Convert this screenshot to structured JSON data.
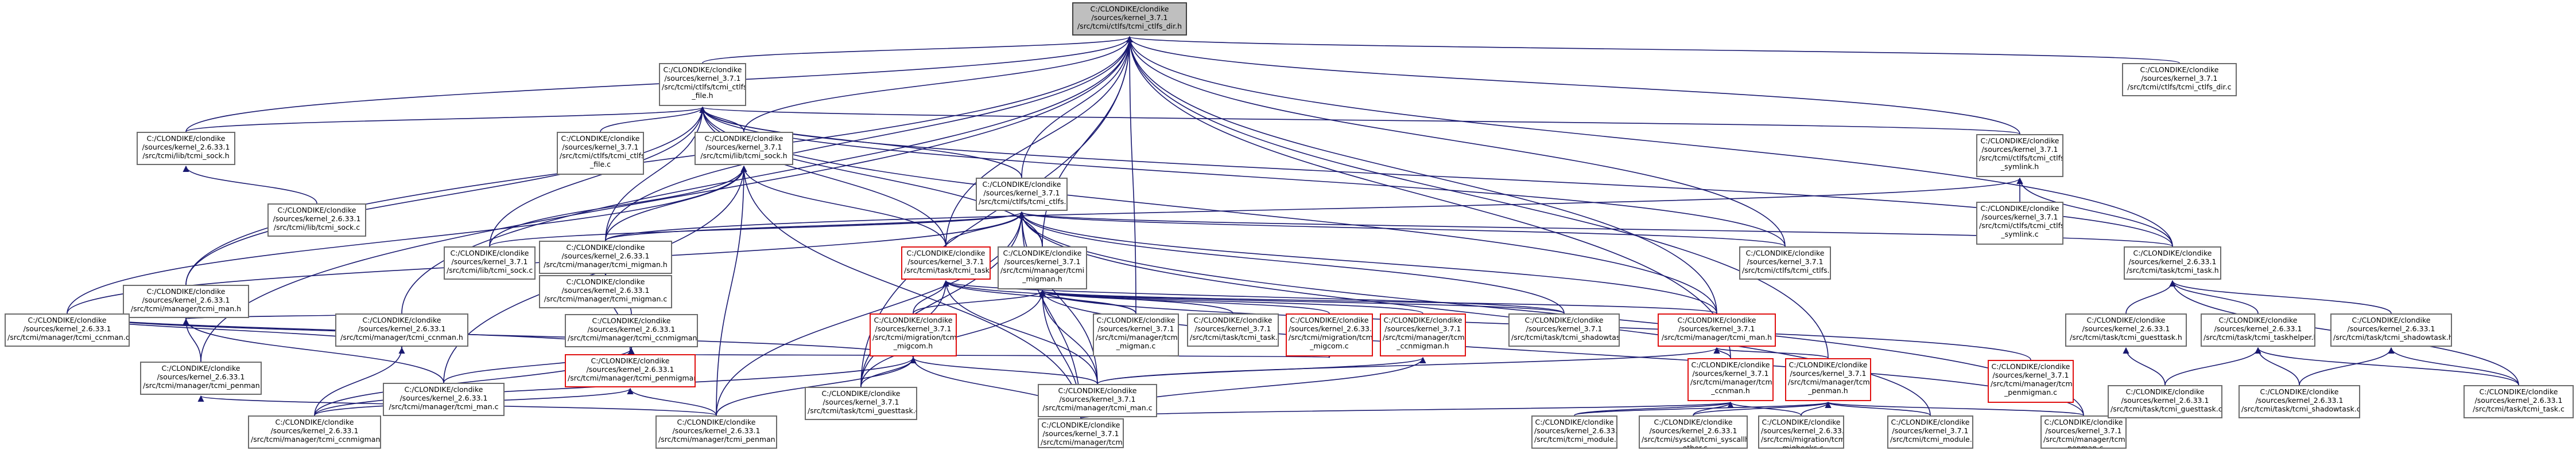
{
  "graph": {
    "edge_color": "#191970",
    "node_border_color": "#6b6b6b",
    "root_fill": "#bfbfbf",
    "truncated_border_color": "#e01010",
    "nodes": [
      {
        "id": "root",
        "lines": [
          "C:/CLONDIKE/clondike",
          "/sources/kernel_3.7.1",
          "/src/tcmi/ctlfs/tcmi_ctlfs_dir.h"
        ],
        "style": "root"
      },
      {
        "id": "ctlfs_dir_c",
        "lines": [
          "C:/CLONDIKE/clondike",
          "/sources/kernel_3.7.1",
          "/src/tcmi/ctlfs/tcmi_ctlfs_dir.c"
        ],
        "style": "normal"
      },
      {
        "id": "ctlfs_file_h",
        "lines": [
          "C:/CLONDIKE/clondike",
          "/sources/kernel_3.7.1",
          "/src/tcmi/ctlfs/tcmi_ctlfs",
          "_file.h"
        ],
        "style": "normal"
      },
      {
        "id": "ctlfs_file_c",
        "lines": [
          "C:/CLONDIKE/clondike",
          "/sources/kernel_3.7.1",
          "/src/tcmi/ctlfs/tcmi_ctlfs",
          "_file.c"
        ],
        "style": "normal"
      },
      {
        "id": "lib_sock_h_26",
        "lines": [
          "C:/CLONDIKE/clondike",
          "/sources/kernel_2.6.33.1",
          "/src/tcmi/lib/tcmi_sock.h"
        ],
        "style": "normal"
      },
      {
        "id": "lib_sock_h_37",
        "lines": [
          "C:/CLONDIKE/clondike",
          "/sources/kernel_3.7.1",
          "/src/tcmi/lib/tcmi_sock.h"
        ],
        "style": "normal"
      },
      {
        "id": "lib_sock_c_26",
        "lines": [
          "C:/CLONDIKE/clondike",
          "/sources/kernel_2.6.33.1",
          "/src/tcmi/lib/tcmi_sock.c"
        ],
        "style": "normal"
      },
      {
        "id": "ctlfs_h",
        "lines": [
          "C:/CLONDIKE/clondike",
          "/sources/kernel_3.7.1",
          "/src/tcmi/ctlfs/tcmi_ctlfs.h"
        ],
        "style": "normal"
      },
      {
        "id": "symlink_h",
        "lines": [
          "C:/CLONDIKE/clondike",
          "/sources/kernel_3.7.1",
          "/src/tcmi/ctlfs/tcmi_ctlfs",
          "_symlink.h"
        ],
        "style": "normal"
      },
      {
        "id": "symlink_c",
        "lines": [
          "C:/CLONDIKE/clondike",
          "/sources/kernel_3.7.1",
          "/src/tcmi/ctlfs/tcmi_ctlfs",
          "_symlink.c"
        ],
        "style": "normal"
      },
      {
        "id": "lib_sock_c_37",
        "lines": [
          "C:/CLONDIKE/clondike",
          "/sources/kernel_3.7.1",
          "/src/tcmi/lib/tcmi_sock.c"
        ],
        "style": "normal"
      },
      {
        "id": "migman_h_26",
        "lines": [
          "C:/CLONDIKE/clondike",
          "/sources/kernel_2.6.33.1",
          "/src/tcmi/manager/tcmi_migman.h"
        ],
        "style": "normal"
      },
      {
        "id": "task_h_37",
        "lines": [
          "C:/CLONDIKE/clondike",
          "/sources/kernel_3.7.1",
          "/src/tcmi/task/tcmi_task.h"
        ],
        "style": "red"
      },
      {
        "id": "migman_h_37",
        "lines": [
          "C:/CLONDIKE/clondike",
          "/sources/kernel_3.7.1",
          "/src/tcmi/manager/tcmi",
          "_migman.h"
        ],
        "style": "normal"
      },
      {
        "id": "ctlfs_c",
        "lines": [
          "C:/CLONDIKE/clondike",
          "/sources/kernel_3.7.1",
          "/src/tcmi/ctlfs/tcmi_ctlfs.c"
        ],
        "style": "normal"
      },
      {
        "id": "task_h_26",
        "lines": [
          "C:/CLONDIKE/clondike",
          "/sources/kernel_2.6.33.1",
          "/src/tcmi/task/tcmi_task.h"
        ],
        "style": "normal"
      },
      {
        "id": "man_h_26",
        "lines": [
          "C:/CLONDIKE/clondike",
          "/sources/kernel_2.6.33.1",
          "/src/tcmi/manager/tcmi_man.h"
        ],
        "style": "normal"
      },
      {
        "id": "ccnman_h_26",
        "lines": [
          "C:/CLONDIKE/clondike",
          "/sources/kernel_2.6.33.1",
          "/src/tcmi/manager/tcmi_ccnman.h"
        ],
        "style": "normal"
      },
      {
        "id": "migman_c_26",
        "lines": [
          "C:/CLONDIKE/clondike",
          "/sources/kernel_2.6.33.1",
          "/src/tcmi/manager/tcmi_migman.c"
        ],
        "style": "normal"
      },
      {
        "id": "migman_c_37",
        "lines": [
          "C:/CLONDIKE/clondike",
          "/sources/kernel_3.7.1",
          "/src/tcmi/manager/tcmi",
          "_migman.c"
        ],
        "style": "normal"
      },
      {
        "id": "task_c_37",
        "lines": [
          "C:/CLONDIKE/clondike",
          "/sources/kernel_3.7.1",
          "/src/tcmi/task/tcmi_task.c"
        ],
        "style": "normal"
      },
      {
        "id": "migcom_c_26",
        "lines": [
          "C:/CLONDIKE/clondike",
          "/sources/kernel_2.6.33.1",
          "/src/tcmi/migration/tcmi",
          "_migcom.c"
        ],
        "style": "red"
      },
      {
        "id": "ccnmigman_h_37",
        "lines": [
          "C:/CLONDIKE/clondike",
          "/sources/kernel_3.7.1",
          "/src/tcmi/manager/tcmi",
          "_ccnmigman.h"
        ],
        "style": "red"
      },
      {
        "id": "shadowtask_c_37",
        "lines": [
          "C:/CLONDIKE/clondike",
          "/sources/kernel_3.7.1",
          "/src/tcmi/task/tcmi_shadowtask.c"
        ],
        "style": "normal"
      },
      {
        "id": "migcom_h_37",
        "lines": [
          "C:/CLONDIKE/clondike",
          "/sources/kernel_3.7.1",
          "/src/tcmi/migration/tcmi",
          "_migcom.h"
        ],
        "style": "red"
      },
      {
        "id": "man_h_37",
        "lines": [
          "C:/CLONDIKE/clondike",
          "/sources/kernel_3.7.1",
          "/src/tcmi/manager/tcmi_man.h"
        ],
        "style": "red"
      },
      {
        "id": "penmigman_c_37",
        "lines": [
          "C:/CLONDIKE/clondike",
          "/sources/kernel_3.7.1",
          "/src/tcmi/manager/tcmi",
          "_penmigman.c"
        ],
        "style": "red"
      },
      {
        "id": "ccnmigman_h_26",
        "lines": [
          "C:/CLONDIKE/clondike",
          "/sources/kernel_2.6.33.1",
          "/src/tcmi/manager/tcmi_ccnmigman.h"
        ],
        "style": "normal"
      },
      {
        "id": "guesttask_c_37",
        "lines": [
          "C:/CLONDIKE/clondike",
          "/sources/kernel_3.7.1",
          "/src/tcmi/task/tcmi_guesttask.c"
        ],
        "style": "normal"
      },
      {
        "id": "man_c_37",
        "lines": [
          "C:/CLONDIKE/clondike",
          "/sources/kernel_3.7.1",
          "/src/tcmi/manager/tcmi_man.c"
        ],
        "style": "normal"
      },
      {
        "id": "ccnman_h_37",
        "lines": [
          "C:/CLONDIKE/clondike",
          "/sources/kernel_3.7.1",
          "/src/tcmi/manager/tcmi",
          "_ccnman.h"
        ],
        "style": "red"
      },
      {
        "id": "penman_h_37",
        "lines": [
          "C:/CLONDIKE/clondike",
          "/sources/kernel_3.7.1",
          "/src/tcmi/manager/tcmi",
          "_penman.h"
        ],
        "style": "red"
      },
      {
        "id": "penman_h_26",
        "lines": [
          "C:/CLONDIKE/clondike",
          "/sources/kernel_2.6.33.1",
          "/src/tcmi/manager/tcmi_penman.h"
        ],
        "style": "normal"
      },
      {
        "id": "man_c_26",
        "lines": [
          "C:/CLONDIKE/clondike",
          "/sources/kernel_2.6.33.1",
          "/src/tcmi/manager/tcmi_man.c"
        ],
        "style": "normal"
      },
      {
        "id": "penmigman_h_26",
        "lines": [
          "C:/CLONDIKE/clondike",
          "/sources/kernel_2.6.33.1",
          "/src/tcmi/manager/tcmi_penmigman.h"
        ],
        "style": "red"
      },
      {
        "id": "guesttask_h_26",
        "lines": [
          "C:/CLONDIKE/clondike",
          "/sources/kernel_2.6.33.1",
          "/src/tcmi/task/tcmi_guesttask.h"
        ],
        "style": "normal"
      },
      {
        "id": "taskhelper_h_26",
        "lines": [
          "C:/CLONDIKE/clondike",
          "/sources/kernel_2.6.33.1",
          "/src/tcmi/task/tcmi_taskhelper.h"
        ],
        "style": "normal"
      },
      {
        "id": "shadowtask_h_26",
        "lines": [
          "C:/CLONDIKE/clondike",
          "/sources/kernel_2.6.33.1",
          "/src/tcmi/task/tcmi_shadowtask.h"
        ],
        "style": "normal"
      },
      {
        "id": "ccnman_c_26",
        "lines": [
          "C:/CLONDIKE/clondike",
          "/sources/kernel_2.6.33.1",
          "/src/tcmi/manager/tcmi_ccnman.c"
        ],
        "style": "normal"
      },
      {
        "id": "ccnmigman_c_26",
        "lines": [
          "C:/CLONDIKE/clondike",
          "/sources/kernel_2.6.33.1",
          "/src/tcmi/manager/tcmi_ccnmigman.c"
        ],
        "style": "normal"
      },
      {
        "id": "penman_c_26",
        "lines": [
          "C:/CLONDIKE/clondike",
          "/sources/kernel_2.6.33.1",
          "/src/tcmi/manager/tcmi_penman.c"
        ],
        "style": "normal"
      },
      {
        "id": "ccnman_c_37",
        "lines": [
          "C:/CLONDIKE/clondike",
          "/sources/kernel_3.7.1",
          "/src/tcmi/manager/tcmi",
          "_ccnman.c"
        ],
        "style": "normal"
      },
      {
        "id": "module_c_26",
        "lines": [
          "C:/CLONDIKE/clondike",
          "/sources/kernel_2.6.33.1",
          "/src/tcmi/tcmi_module.c"
        ],
        "style": "normal"
      },
      {
        "id": "syscall_other_c_26",
        "lines": [
          "C:/CLONDIKE/clondike",
          "/sources/kernel_2.6.33.1",
          "/src/tcmi/syscall/tcmi_syscallhooks",
          "_other.c"
        ],
        "style": "normal"
      },
      {
        "id": "mighooks_c_26",
        "lines": [
          "C:/CLONDIKE/clondike",
          "/sources/kernel_2.6.33.1",
          "/src/tcmi/migration/tcmi",
          "_mighooks.c"
        ],
        "style": "normal"
      },
      {
        "id": "module_c_37",
        "lines": [
          "C:/CLONDIKE/clondike",
          "/sources/kernel_3.7.1",
          "/src/tcmi/tcmi_module.c"
        ],
        "style": "normal"
      },
      {
        "id": "penman_c_37",
        "lines": [
          "C:/CLONDIKE/clondike",
          "/sources/kernel_3.7.1",
          "/src/tcmi/manager/tcmi",
          "_penman.c"
        ],
        "style": "normal"
      },
      {
        "id": "guesttask_c_26",
        "lines": [
          "C:/CLONDIKE/clondike",
          "/sources/kernel_2.6.33.1",
          "/src/tcmi/task/tcmi_guesttask.c"
        ],
        "style": "normal"
      },
      {
        "id": "shadowtask_c_26",
        "lines": [
          "C:/CLONDIKE/clondike",
          "/sources/kernel_2.6.33.1",
          "/src/tcmi/task/tcmi_shadowtask.c"
        ],
        "style": "normal"
      },
      {
        "id": "task_c_26",
        "lines": [
          "C:/CLONDIKE/clondike",
          "/sources/kernel_2.6.33.1",
          "/src/tcmi/task/tcmi_task.c"
        ],
        "style": "normal"
      }
    ],
    "edges": [
      [
        "ctlfs_dir_c",
        "root"
      ],
      [
        "ctlfs_file_h",
        "root"
      ],
      [
        "ctlfs_h",
        "root"
      ],
      [
        "symlink_h",
        "root"
      ],
      [
        "task_h_37",
        "root"
      ],
      [
        "migman_h_37",
        "root"
      ],
      [
        "lib_sock_h_26",
        "root"
      ],
      [
        "lib_sock_h_37",
        "root"
      ],
      [
        "migman_h_26",
        "root"
      ],
      [
        "man_h_26",
        "root"
      ],
      [
        "ccnman_h_26",
        "root"
      ],
      [
        "penman_h_26",
        "root"
      ],
      [
        "task_h_26",
        "root"
      ],
      [
        "ctlfs_c",
        "root"
      ],
      [
        "man_h_37",
        "root"
      ],
      [
        "ccnman_h_37",
        "root"
      ],
      [
        "penman_h_37",
        "root"
      ],
      [
        "guesttask_c_37",
        "root"
      ],
      [
        "migman_c_37",
        "root"
      ],
      [
        "ctlfs_file_c",
        "ctlfs_file_h"
      ],
      [
        "lib_sock_h_37",
        "ctlfs_file_h"
      ],
      [
        "lib_sock_h_26",
        "ctlfs_file_h"
      ],
      [
        "ctlfs_h",
        "ctlfs_file_h"
      ],
      [
        "symlink_h",
        "ctlfs_file_h"
      ],
      [
        "task_h_26",
        "ctlfs_file_h"
      ],
      [
        "migman_h_37",
        "ctlfs_file_h"
      ],
      [
        "task_h_37",
        "ctlfs_file_h"
      ],
      [
        "migman_h_26",
        "ctlfs_file_h"
      ],
      [
        "ctlfs_c",
        "ctlfs_file_h"
      ],
      [
        "man_h_26",
        "ctlfs_file_h"
      ],
      [
        "lib_sock_c_37",
        "ctlfs_file_h"
      ],
      [
        "man_h_37",
        "ctlfs_file_h"
      ],
      [
        "lib_sock_c_26",
        "lib_sock_h_26"
      ],
      [
        "lib_sock_c_37",
        "lib_sock_h_37"
      ],
      [
        "migman_h_26",
        "lib_sock_h_37"
      ],
      [
        "task_h_37",
        "lib_sock_h_37"
      ],
      [
        "ccnman_c_26",
        "lib_sock_h_37"
      ],
      [
        "penman_c_26",
        "lib_sock_h_37"
      ],
      [
        "man_c_26",
        "lib_sock_h_37"
      ],
      [
        "ccnman_c_37",
        "lib_sock_h_37"
      ],
      [
        "lib_sock_c_37",
        "ctlfs_h"
      ],
      [
        "migman_h_26",
        "ctlfs_h"
      ],
      [
        "task_h_37",
        "ctlfs_h"
      ],
      [
        "migman_h_37",
        "ctlfs_h"
      ],
      [
        "ctlfs_c",
        "ctlfs_h"
      ],
      [
        "task_h_26",
        "ctlfs_h"
      ],
      [
        "man_h_37",
        "ctlfs_h"
      ],
      [
        "guesttask_c_37",
        "ctlfs_h"
      ],
      [
        "man_c_37",
        "ctlfs_h"
      ],
      [
        "shadowtask_c_37",
        "ctlfs_h"
      ],
      [
        "penman_c_37",
        "ctlfs_h"
      ],
      [
        "ccnman_c_37",
        "ctlfs_h"
      ],
      [
        "module_c_37",
        "ctlfs_h"
      ],
      [
        "penman_c_26",
        "ctlfs_h"
      ],
      [
        "ccnman_c_26",
        "ctlfs_h"
      ],
      [
        "symlink_c",
        "symlink_h"
      ],
      [
        "task_h_26",
        "symlink_h"
      ],
      [
        "migman_h_26",
        "symlink_h"
      ],
      [
        "migman_c_26",
        "migman_h_26"
      ],
      [
        "ccnmigman_h_26",
        "migman_h_26"
      ],
      [
        "penmigman_h_26",
        "migman_h_26"
      ],
      [
        "task_c_37",
        "task_h_37"
      ],
      [
        "migman_c_37",
        "task_h_37"
      ],
      [
        "guesttask_c_37",
        "task_h_37"
      ],
      [
        "shadowtask_c_37",
        "task_h_37"
      ],
      [
        "man_c_37",
        "task_h_37"
      ],
      [
        "migcom_h_37",
        "task_h_37"
      ],
      [
        "migman_c_37",
        "migman_h_37"
      ],
      [
        "migcom_c_26",
        "migman_h_37"
      ],
      [
        "ccnmigman_h_37",
        "migman_h_37"
      ],
      [
        "shadowtask_c_37",
        "migman_h_37"
      ],
      [
        "migcom_h_37",
        "migman_h_37"
      ],
      [
        "man_h_37",
        "migman_h_37"
      ],
      [
        "penmigman_c_37",
        "migman_h_37"
      ],
      [
        "man_c_37",
        "migman_h_37"
      ],
      [
        "guesttask_c_37",
        "migman_h_37"
      ],
      [
        "ccnman_c_37",
        "migman_h_37"
      ],
      [
        "penman_c_37",
        "migman_h_37"
      ],
      [
        "guesttask_h_26",
        "task_h_26"
      ],
      [
        "taskhelper_h_26",
        "task_h_26"
      ],
      [
        "shadowtask_h_26",
        "task_h_26"
      ],
      [
        "task_c_26",
        "task_h_26"
      ],
      [
        "ccnman_h_26",
        "man_h_26"
      ],
      [
        "penman_h_26",
        "man_h_26"
      ],
      [
        "man_c_26",
        "man_h_26"
      ],
      [
        "ccnman_c_26",
        "ccnman_h_26"
      ],
      [
        "ccnmigman_c_26",
        "ccnman_h_26"
      ],
      [
        "man_c_26",
        "ccnmigman_h_26"
      ],
      [
        "ccnman_c_26",
        "ccnmigman_h_26"
      ],
      [
        "ccnmigman_c_26",
        "ccnmigman_h_26"
      ],
      [
        "guesttask_c_37",
        "migcom_h_37"
      ],
      [
        "man_c_37",
        "migcom_h_37"
      ],
      [
        "ccnman_c_37",
        "migcom_h_37"
      ],
      [
        "ccnman_c_26",
        "migcom_h_37"
      ],
      [
        "ccnmigman_c_26",
        "migcom_h_37"
      ],
      [
        "penman_c_26",
        "migcom_h_37"
      ],
      [
        "ccnman_c_37",
        "ccnmigman_h_37"
      ],
      [
        "man_c_37",
        "ccnmigman_h_37"
      ],
      [
        "ccnman_h_37",
        "man_h_37"
      ],
      [
        "penman_h_37",
        "man_h_37"
      ],
      [
        "man_c_37",
        "man_h_37"
      ],
      [
        "ccnman_c_37",
        "ccnman_h_37"
      ],
      [
        "module_c_26",
        "ccnman_h_37"
      ],
      [
        "syscall_other_c_26",
        "ccnman_h_37"
      ],
      [
        "mighooks_c_26",
        "ccnman_h_37"
      ],
      [
        "penman_c_37",
        "penman_h_37"
      ],
      [
        "module_c_37",
        "penman_h_37"
      ],
      [
        "syscall_other_c_26",
        "penman_h_37"
      ],
      [
        "mighooks_c_26",
        "penman_h_37"
      ],
      [
        "module_c_26",
        "penman_h_37"
      ],
      [
        "penman_c_26",
        "penman_h_26"
      ],
      [
        "penmigman_h_26",
        "migcom_c_26"
      ],
      [
        "ccnmigman_c_26",
        "penmigman_h_26"
      ],
      [
        "penman_c_26",
        "penmigman_h_26"
      ],
      [
        "guesttask_c_26",
        "guesttask_h_26"
      ],
      [
        "shadowtask_c_26",
        "taskhelper_h_26"
      ],
      [
        "guesttask_c_26",
        "taskhelper_h_26"
      ],
      [
        "task_c_26",
        "taskhelper_h_26"
      ],
      [
        "shadowtask_c_26",
        "shadowtask_h_26"
      ],
      [
        "task_c_26",
        "shadowtask_h_26"
      ]
    ]
  }
}
